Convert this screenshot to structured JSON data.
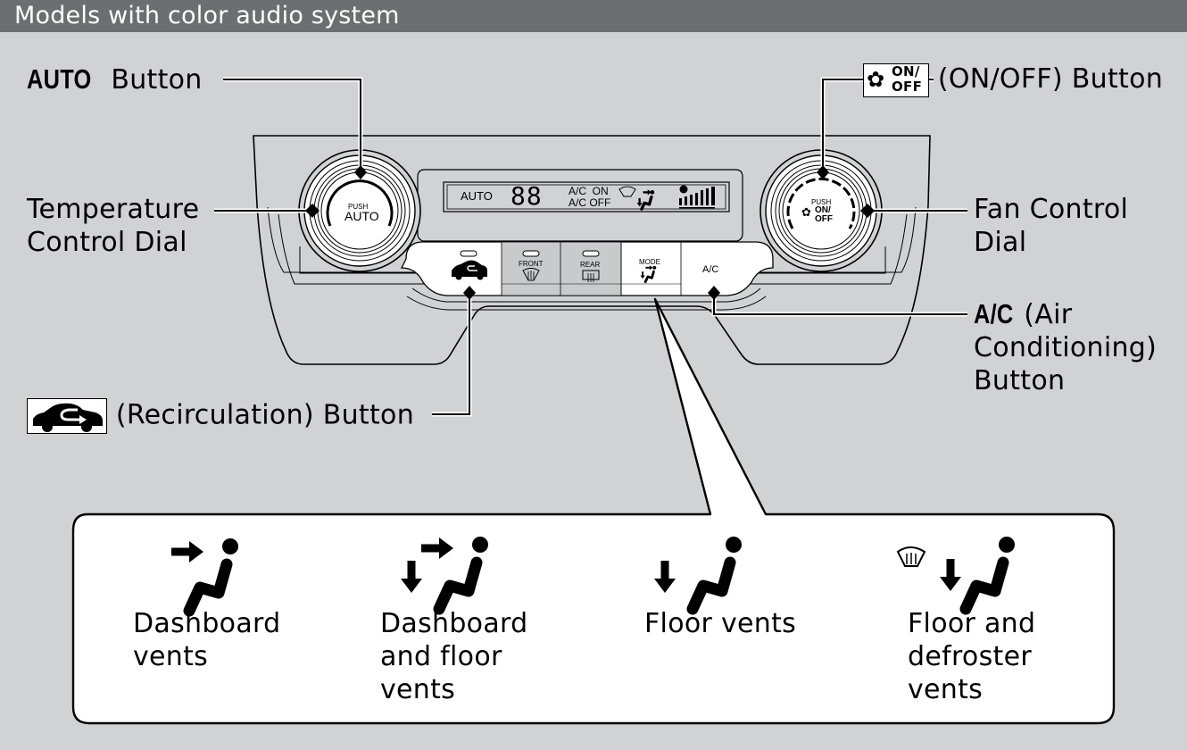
{
  "header": {
    "title": "Models with color audio system"
  },
  "callouts": {
    "auto_button": {
      "bold": "AUTO",
      "text": "Button"
    },
    "on_off_button": {
      "icon_top": "ON/",
      "icon_bottom": "OFF",
      "text": "(ON/OFF) Button"
    },
    "temperature_dial": {
      "line1": "Temperature",
      "line2": "Control Dial"
    },
    "fan_dial": {
      "line1": "Fan Control",
      "line2": "Dial"
    },
    "ac_button": {
      "bold": "A/C",
      "line1_rest": "(Air",
      "line2": "Conditioning)",
      "line3": "Button"
    },
    "recirculation_button": {
      "text": "(Recirculation) Button"
    }
  },
  "panel": {
    "left_dial": {
      "push": "PUSH",
      "label": "AUTO"
    },
    "right_dial": {
      "push": "PUSH",
      "label_top": "ON/",
      "label_bottom": "OFF"
    },
    "display": {
      "auto": "AUTO",
      "temp": "88",
      "ac_on": "A/C  ON",
      "ac_off": "A/C OFF"
    },
    "buttons": {
      "front": "FRONT",
      "rear": "REAR",
      "mode": "MODE",
      "ac": "A/C"
    }
  },
  "legend": {
    "items": [
      {
        "icon": "dashboard-vents-icon",
        "label": "Dashboard\nvents"
      },
      {
        "icon": "dashboard-floor-vents-icon",
        "label": "Dashboard\nand floor\nvents"
      },
      {
        "icon": "floor-vents-icon",
        "label": "Floor vents"
      },
      {
        "icon": "floor-defroster-vents-icon",
        "label": "Floor and\ndefroster\nvents"
      }
    ]
  },
  "colors": {
    "background": "#d1d2d4",
    "header": "#6d6e71",
    "panel_white": "#ffffff"
  }
}
